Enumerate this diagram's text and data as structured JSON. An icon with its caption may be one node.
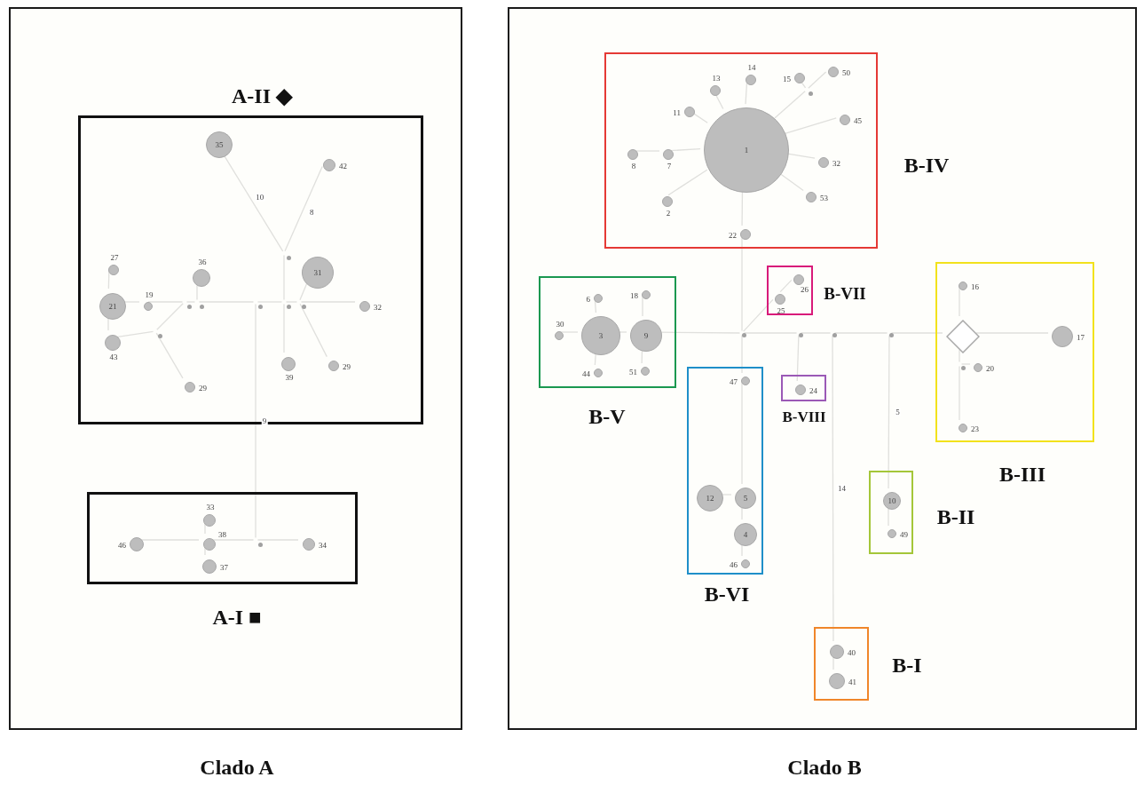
{
  "diagram": {
    "nodes": [
      {
        "text": [
          "Clado A"
        ]
      },
      {
        "text": [
          "A-II ◆"
        ],
        "in": 0
      },
      {
        "text": [
          "35"
        ],
        "in": 1
      },
      {
        "text": [],
        "shape": "circle",
        "beside": [
          "42"
        ],
        "in": 1
      },
      {
        "text": [],
        "shape": "circle",
        "beside": [
          "27"
        ],
        "in": 1
      },
      {
        "text": [
          "21"
        ],
        "in": 1
      },
      {
        "text": [],
        "shape": "circle",
        "beside": [
          "19"
        ],
        "in": 1
      },
      {
        "text": [],
        "shape": "circle",
        "beside": [
          "36"
        ],
        "in": 1
      },
      {
        "text": [
          "31"
        ],
        "in": 1
      },
      {
        "text": [],
        "shape": "circle",
        "beside": [
          "32"
        ],
        "in": 1
      },
      {
        "text": [],
        "shape": "circle",
        "beside": [
          "43"
        ],
        "in": 1
      },
      {
        "text": [],
        "shape": "circle",
        "beside": [
          "39"
        ],
        "in": 1
      },
      {
        "text": [],
        "shape": "circle",
        "beside": [
          "29"
        ],
        "in": 1
      },
      {
        "text": [],
        "shape": "circle",
        "beside": [
          "29"
        ],
        "in": 1
      },
      {
        "text": [],
        "shape": "circle",
        "in": 1
      },
      {
        "text": [],
        "shape": "circle",
        "in": 1
      },
      {
        "text": [],
        "shape": "circle",
        "in": 1
      },
      {
        "text": [],
        "shape": "circle",
        "in": 1
      },
      {
        "text": [],
        "shape": "circle",
        "in": 1
      },
      {
        "text": [],
        "shape": "circle",
        "in": 1
      },
      {
        "text": [],
        "shape": "circle",
        "in": 1
      },
      {
        "text": [
          "A-I ■"
        ],
        "in": 0
      },
      {
        "text": [],
        "shape": "circle",
        "beside": [
          "33"
        ],
        "in": 21
      },
      {
        "text": [],
        "shape": "circle",
        "beside": [
          "46"
        ],
        "in": 21
      },
      {
        "text": [],
        "shape": "circle",
        "beside": [
          "38"
        ],
        "in": 21
      },
      {
        "text": [],
        "shape": "circle",
        "beside": [
          "34"
        ],
        "in": 21
      },
      {
        "text": [],
        "shape": "circle",
        "beside": [
          "37"
        ],
        "in": 21
      },
      {
        "text": [],
        "shape": "circle",
        "in": 21
      },
      {
        "text": [
          "Clado B"
        ]
      },
      {
        "text": [
          "B-IV"
        ],
        "in": 28
      },
      {
        "text": [
          "1"
        ],
        "in": 29
      },
      {
        "text": [],
        "shape": "circle",
        "beside": [
          "14"
        ],
        "in": 29
      },
      {
        "text": [],
        "shape": "circle",
        "beside": [
          "13"
        ],
        "in": 29
      },
      {
        "text": [],
        "shape": "circle",
        "beside": [
          "15"
        ],
        "in": 29
      },
      {
        "text": [],
        "shape": "circle",
        "beside": [
          "50"
        ],
        "in": 29
      },
      {
        "text": [],
        "shape": "circle",
        "beside": [
          "11"
        ],
        "in": 29
      },
      {
        "text": [],
        "shape": "circle",
        "beside": [
          "45"
        ],
        "in": 29
      },
      {
        "text": [],
        "shape": "circle",
        "beside": [
          "8"
        ],
        "in": 29
      },
      {
        "text": [],
        "shape": "circle",
        "beside": [
          "7"
        ],
        "in": 29
      },
      {
        "text": [],
        "shape": "circle",
        "beside": [
          "32"
        ],
        "in": 29
      },
      {
        "text": [],
        "shape": "circle",
        "beside": [
          "2"
        ],
        "in": 29
      },
      {
        "text": [],
        "shape": "circle",
        "beside": [
          "53"
        ],
        "in": 29
      },
      {
        "text": [],
        "shape": "circle",
        "beside": [
          "22"
        ],
        "in": 29
      },
      {
        "text": [],
        "shape": "circle",
        "in": 29
      },
      {
        "text": [
          "B-VII"
        ],
        "in": 28
      },
      {
        "text": [],
        "shape": "circle",
        "beside": [
          "26"
        ],
        "in": 44
      },
      {
        "text": [],
        "shape": "circle",
        "beside": [
          "25"
        ],
        "in": 44
      },
      {
        "text": [
          "B-V"
        ],
        "in": 28
      },
      {
        "text": [],
        "shape": "circle",
        "beside": [
          "6"
        ],
        "in": 47
      },
      {
        "text": [],
        "shape": "circle",
        "beside": [
          "18"
        ],
        "in": 47
      },
      {
        "text": [],
        "shape": "circle",
        "beside": [
          "30"
        ],
        "in": 47
      },
      {
        "text": [
          "3"
        ],
        "in": 47
      },
      {
        "text": [
          "9"
        ],
        "in": 47
      },
      {
        "text": [],
        "shape": "circle",
        "beside": [
          "44"
        ],
        "in": 47
      },
      {
        "text": [],
        "shape": "circle",
        "beside": [
          "51"
        ],
        "in": 47
      },
      {
        "text": [
          "B-III"
        ],
        "in": 28
      },
      {
        "text": [],
        "shape": "circle",
        "beside": [
          "16"
        ],
        "in": 55
      },
      {
        "text": [],
        "shape": "diamond",
        "in": 55
      },
      {
        "text": [],
        "shape": "circle",
        "beside": [
          "17"
        ],
        "in": 55
      },
      {
        "text": [],
        "shape": "circle",
        "beside": [
          "20"
        ],
        "in": 55
      },
      {
        "text": [],
        "shape": "circle",
        "beside": [
          "23"
        ],
        "in": 55
      },
      {
        "text": [],
        "shape": "circle",
        "in": 55
      },
      {
        "text": [
          "B-VIII"
        ],
        "in": 28
      },
      {
        "text": [],
        "shape": "circle",
        "beside": [
          "24"
        ],
        "in": 62
      },
      {
        "text": [
          "B-VI"
        ],
        "in": 28
      },
      {
        "text": [],
        "shape": "circle",
        "beside": [
          "47"
        ],
        "in": 64
      },
      {
        "text": [
          "12"
        ],
        "in": 64
      },
      {
        "text": [
          "5"
        ],
        "in": 64
      },
      {
        "text": [
          "4"
        ],
        "in": 64
      },
      {
        "text": [],
        "shape": "circle",
        "beside": [
          "46"
        ],
        "in": 64
      },
      {
        "text": [
          "B-II"
        ],
        "in": 28
      },
      {
        "text": [
          "10"
        ],
        "in": 70
      },
      {
        "text": [],
        "shape": "circle",
        "beside": [
          "49"
        ],
        "in": 70
      },
      {
        "text": [
          "B-I"
        ],
        "in": 28
      },
      {
        "text": [],
        "shape": "circle",
        "beside": [
          "40"
        ],
        "in": 73
      },
      {
        "text": [],
        "shape": "circle",
        "beside": [
          "41"
        ],
        "in": 73
      },
      {
        "text": [],
        "shape": "circle",
        "in": 28
      },
      {
        "text": [],
        "shape": "circle",
        "in": 28
      },
      {
        "text": [],
        "shape": "circle",
        "in": 28
      },
      {
        "text": [],
        "shape": "circle",
        "in": 28
      }
    ],
    "edges": [
      {
        "from": 5,
        "to": 4,
        "arrow": "none"
      },
      {
        "from": 5,
        "to": 6,
        "arrow": "none"
      },
      {
        "from": 5,
        "to": 10,
        "arrow": "none"
      },
      {
        "from": 6,
        "to": 15,
        "arrow": "none"
      },
      {
        "from": 10,
        "to": 14,
        "arrow": "none"
      },
      {
        "from": 14,
        "to": 15,
        "arrow": "none"
      },
      {
        "from": 14,
        "to": 12,
        "arrow": "none"
      },
      {
        "from": 15,
        "to": 16,
        "arrow": "none"
      },
      {
        "from": 16,
        "to": 7,
        "arrow": "none"
      },
      {
        "from": 16,
        "to": 17,
        "arrow": "none"
      },
      {
        "from": 17,
        "to": 18,
        "arrow": "none"
      },
      {
        "from": 18,
        "to": 19,
        "arrow": "none"
      },
      {
        "from": 19,
        "to": 2,
        "arrow": "none",
        "label": "10"
      },
      {
        "from": 19,
        "to": 3,
        "arrow": "none",
        "label": "8"
      },
      {
        "from": 18,
        "to": 11,
        "arrow": "none"
      },
      {
        "from": 18,
        "to": 20,
        "arrow": "none"
      },
      {
        "from": 20,
        "to": 8,
        "arrow": "none"
      },
      {
        "from": 20,
        "to": 9,
        "arrow": "none"
      },
      {
        "from": 20,
        "to": 13,
        "arrow": "none"
      },
      {
        "from": 17,
        "to": 27,
        "arrow": "none",
        "label": "9"
      },
      {
        "from": 23,
        "to": 24,
        "arrow": "none"
      },
      {
        "from": 24,
        "to": 22,
        "arrow": "none"
      },
      {
        "from": 24,
        "to": 26,
        "arrow": "none"
      },
      {
        "from": 24,
        "to": 27,
        "arrow": "none"
      },
      {
        "from": 27,
        "to": 25,
        "arrow": "none"
      },
      {
        "from": 30,
        "to": 31,
        "arrow": "none"
      },
      {
        "from": 30,
        "to": 32,
        "arrow": "none"
      },
      {
        "from": 30,
        "to": 43,
        "arrow": "none"
      },
      {
        "from": 43,
        "to": 33,
        "arrow": "none"
      },
      {
        "from": 43,
        "to": 34,
        "arrow": "none"
      },
      {
        "from": 30,
        "to": 35,
        "arrow": "none"
      },
      {
        "from": 30,
        "to": 36,
        "arrow": "none"
      },
      {
        "from": 30,
        "to": 38,
        "arrow": "none"
      },
      {
        "from": 38,
        "to": 37,
        "arrow": "none"
      },
      {
        "from": 30,
        "to": 39,
        "arrow": "none"
      },
      {
        "from": 30,
        "to": 40,
        "arrow": "none"
      },
      {
        "from": 30,
        "to": 41,
        "arrow": "none"
      },
      {
        "from": 30,
        "to": 42,
        "arrow": "none"
      },
      {
        "from": 42,
        "to": 76,
        "arrow": "none"
      },
      {
        "from": 45,
        "to": 46,
        "arrow": "none"
      },
      {
        "from": 46,
        "to": 76,
        "arrow": "none"
      },
      {
        "from": 50,
        "to": 51,
        "arrow": "none"
      },
      {
        "from": 51,
        "to": 52,
        "arrow": "none"
      },
      {
        "from": 51,
        "to": 48,
        "arrow": "none"
      },
      {
        "from": 51,
        "to": 53,
        "arrow": "none"
      },
      {
        "from": 52,
        "to": 49,
        "arrow": "none"
      },
      {
        "from": 52,
        "to": 54,
        "arrow": "none"
      },
      {
        "from": 52,
        "to": 76,
        "arrow": "none"
      },
      {
        "from": 76,
        "to": 65,
        "arrow": "none"
      },
      {
        "from": 65,
        "to": 67,
        "arrow": "none"
      },
      {
        "from": 67,
        "to": 66,
        "arrow": "none"
      },
      {
        "from": 67,
        "to": 68,
        "arrow": "none"
      },
      {
        "from": 68,
        "to": 69,
        "arrow": "none"
      },
      {
        "from": 76,
        "to": 77,
        "arrow": "none"
      },
      {
        "from": 77,
        "to": 63,
        "arrow": "none"
      },
      {
        "from": 77,
        "to": 78,
        "arrow": "none"
      },
      {
        "from": 78,
        "to": 79,
        "arrow": "none"
      },
      {
        "from": 79,
        "to": 57,
        "arrow": "none"
      },
      {
        "from": 57,
        "to": 56,
        "arrow": "none"
      },
      {
        "from": 57,
        "to": 58,
        "arrow": "none"
      },
      {
        "from": 57,
        "to": 61,
        "arrow": "none"
      },
      {
        "from": 61,
        "to": 59,
        "arrow": "none"
      },
      {
        "from": 61,
        "to": 60,
        "arrow": "none"
      },
      {
        "from": 79,
        "to": 71,
        "arrow": "none",
        "label": "5"
      },
      {
        "from": 71,
        "to": 72,
        "arrow": "none"
      },
      {
        "from": 78,
        "to": 74,
        "arrow": "none",
        "label": "14"
      },
      {
        "from": 74,
        "to": 75,
        "arrow": "none"
      }
    ]
  }
}
